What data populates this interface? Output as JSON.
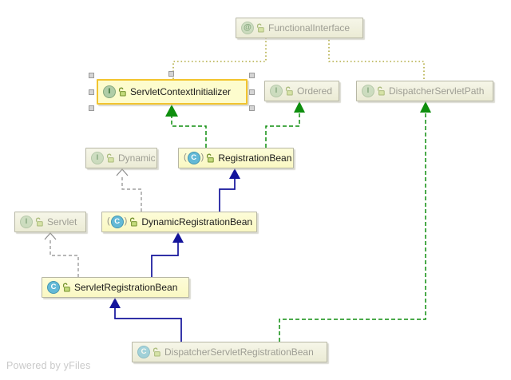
{
  "watermark": "Powered by yFiles",
  "icons": {
    "abstract_open": "(",
    "abstract_close": ")"
  },
  "colors": {
    "selection_border": "#f2c42f",
    "project_node_bg": "#fdfcd8",
    "library_node_bg": "#f1f1de",
    "extends_edge": "#14149b",
    "implements_edge": "#0e8e0e",
    "annotation_edge": "#b3ad45",
    "external_realization_edge": "#8c8c8c",
    "library_text": "#9d9d93",
    "project_text": "#1a1a1a"
  },
  "diagram": {
    "nodes": [
      {
        "id": "FunctionalInterface",
        "label": "FunctionalInterface",
        "stereotype": "annotation",
        "icon_letter": "@",
        "scope": "library",
        "selected": false
      },
      {
        "id": "ServletContextInitializer",
        "label": "ServletContextInitializer",
        "stereotype": "interface",
        "icon_letter": "I",
        "scope": "project",
        "selected": true
      },
      {
        "id": "Ordered",
        "label": "Ordered",
        "stereotype": "interface",
        "icon_letter": "I",
        "scope": "library",
        "selected": false
      },
      {
        "id": "DispatcherServletPath",
        "label": "DispatcherServletPath",
        "stereotype": "interface",
        "icon_letter": "I",
        "scope": "library",
        "selected": false
      },
      {
        "id": "Dynamic",
        "label": "Dynamic",
        "stereotype": "interface",
        "icon_letter": "I",
        "scope": "library",
        "selected": false
      },
      {
        "id": "RegistrationBean",
        "label": "RegistrationBean",
        "stereotype": "abstract-class",
        "icon_letter": "C",
        "scope": "project",
        "selected": false
      },
      {
        "id": "Servlet",
        "label": "Servlet",
        "stereotype": "interface",
        "icon_letter": "I",
        "scope": "library",
        "selected": false
      },
      {
        "id": "DynamicRegistrationBean",
        "label": "DynamicRegistrationBean",
        "stereotype": "abstract-class",
        "icon_letter": "C",
        "scope": "project",
        "selected": false
      },
      {
        "id": "ServletRegistrationBean",
        "label": "ServletRegistrationBean",
        "stereotype": "class",
        "icon_letter": "C",
        "scope": "project",
        "selected": false
      },
      {
        "id": "DispatcherServletRegistrationBean",
        "label": "DispatcherServletRegistrationBean",
        "stereotype": "class",
        "icon_letter": "C",
        "scope": "library",
        "selected": false
      }
    ],
    "relationships": [
      {
        "from": "ServletContextInitializer",
        "to": "FunctionalInterface",
        "type": "annotated-with"
      },
      {
        "from": "DispatcherServletPath",
        "to": "FunctionalInterface",
        "type": "annotated-with"
      },
      {
        "from": "RegistrationBean",
        "to": "ServletContextInitializer",
        "type": "implements"
      },
      {
        "from": "RegistrationBean",
        "to": "Ordered",
        "type": "implements"
      },
      {
        "from": "DynamicRegistrationBean",
        "to": "RegistrationBean",
        "type": "extends"
      },
      {
        "from": "DynamicRegistrationBean",
        "to": "Dynamic",
        "type": "implements-external"
      },
      {
        "from": "ServletRegistrationBean",
        "to": "DynamicRegistrationBean",
        "type": "extends"
      },
      {
        "from": "ServletRegistrationBean",
        "to": "Servlet",
        "type": "implements-external"
      },
      {
        "from": "DispatcherServletRegistrationBean",
        "to": "ServletRegistrationBean",
        "type": "extends"
      },
      {
        "from": "DispatcherServletRegistrationBean",
        "to": "DispatcherServletPath",
        "type": "implements"
      }
    ]
  }
}
